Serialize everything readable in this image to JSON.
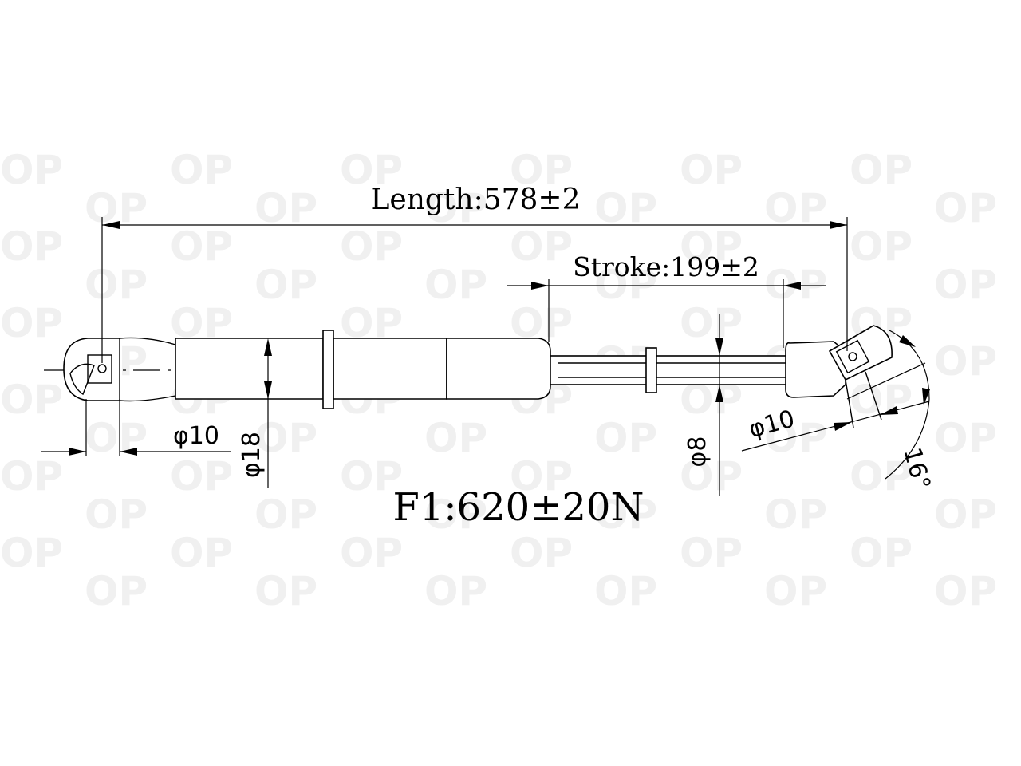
{
  "watermark": {
    "text": "OP"
  },
  "dimensions": {
    "length": "Length:578±2",
    "stroke": "Stroke:199±2",
    "eye_dia_left": "φ10",
    "tube_dia": "φ18",
    "rod_dia": "φ8",
    "eye_dia_right": "φ10",
    "angle": "16°"
  },
  "force": {
    "label": "F1:620±20N"
  }
}
